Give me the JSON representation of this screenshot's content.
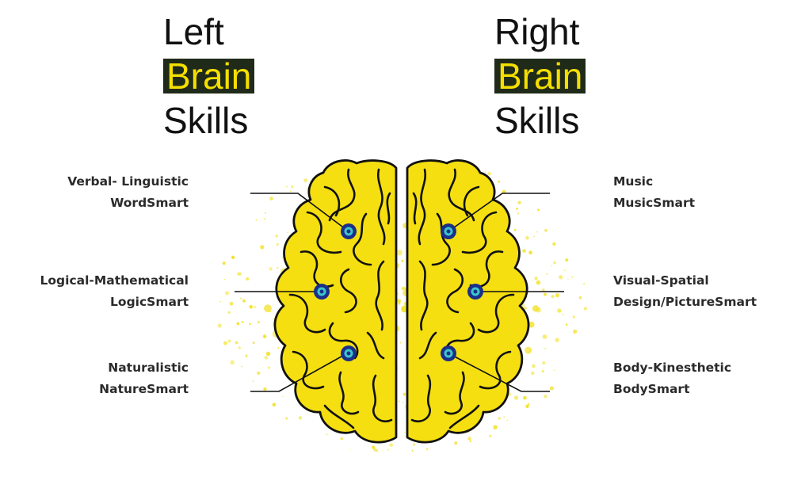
{
  "left_title": {
    "line1": "Left",
    "line2": "Brain",
    "line3": "Skills"
  },
  "right_title": {
    "line1": "Right",
    "line2": "Brain",
    "line3": "Skills"
  },
  "left_labels": [
    {
      "line1": "Verbal- Linguistic",
      "line2": "WordSmart"
    },
    {
      "line1": "Logical-Mathematical",
      "line2": "LogicSmart"
    },
    {
      "line1": "Naturalistic",
      "line2": "NatureSmart"
    }
  ],
  "right_labels": [
    {
      "line1": "Music",
      "line2": "MusicSmart"
    },
    {
      "line1": "Visual-Spatial",
      "line2": "Design/PictureSmart"
    },
    {
      "line1": "Body-Kinesthetic",
      "line2": "BodySmart"
    }
  ],
  "colors": {
    "brain_fill": "#f5df10",
    "splatter": "#f3e332",
    "outline": "#111111",
    "highlight_bg": "#1f2a18",
    "highlight_text": "#f4df00",
    "marker_ring": "#1b2f8a",
    "marker_core": "#3cc7c9"
  }
}
